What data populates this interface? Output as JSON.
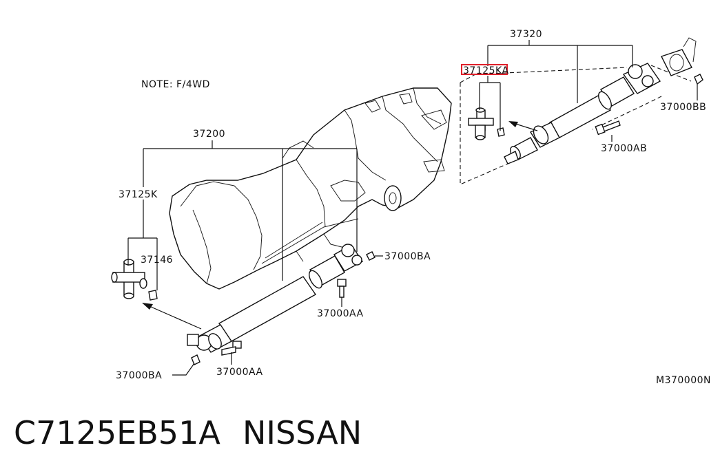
{
  "note": "NOTE: F/4WD",
  "labels": {
    "rear_assy": "37320",
    "rear_joint": "37125KA",
    "rear_flange_nut": "37000BB",
    "rear_bolt": "37000AB",
    "front_assy": "37200",
    "front_joint": "37125K",
    "front_snap": "37146",
    "front_nut_mid": "37000BA",
    "front_bolt_mid": "37000AA",
    "front_nut_end": "37000BA",
    "front_bolt_end": "37000AA"
  },
  "diagram_code": "M370000N",
  "caption": {
    "part_number": "C7125EB51A",
    "brand": "NISSAN"
  },
  "highlight_color": "#e0202a"
}
